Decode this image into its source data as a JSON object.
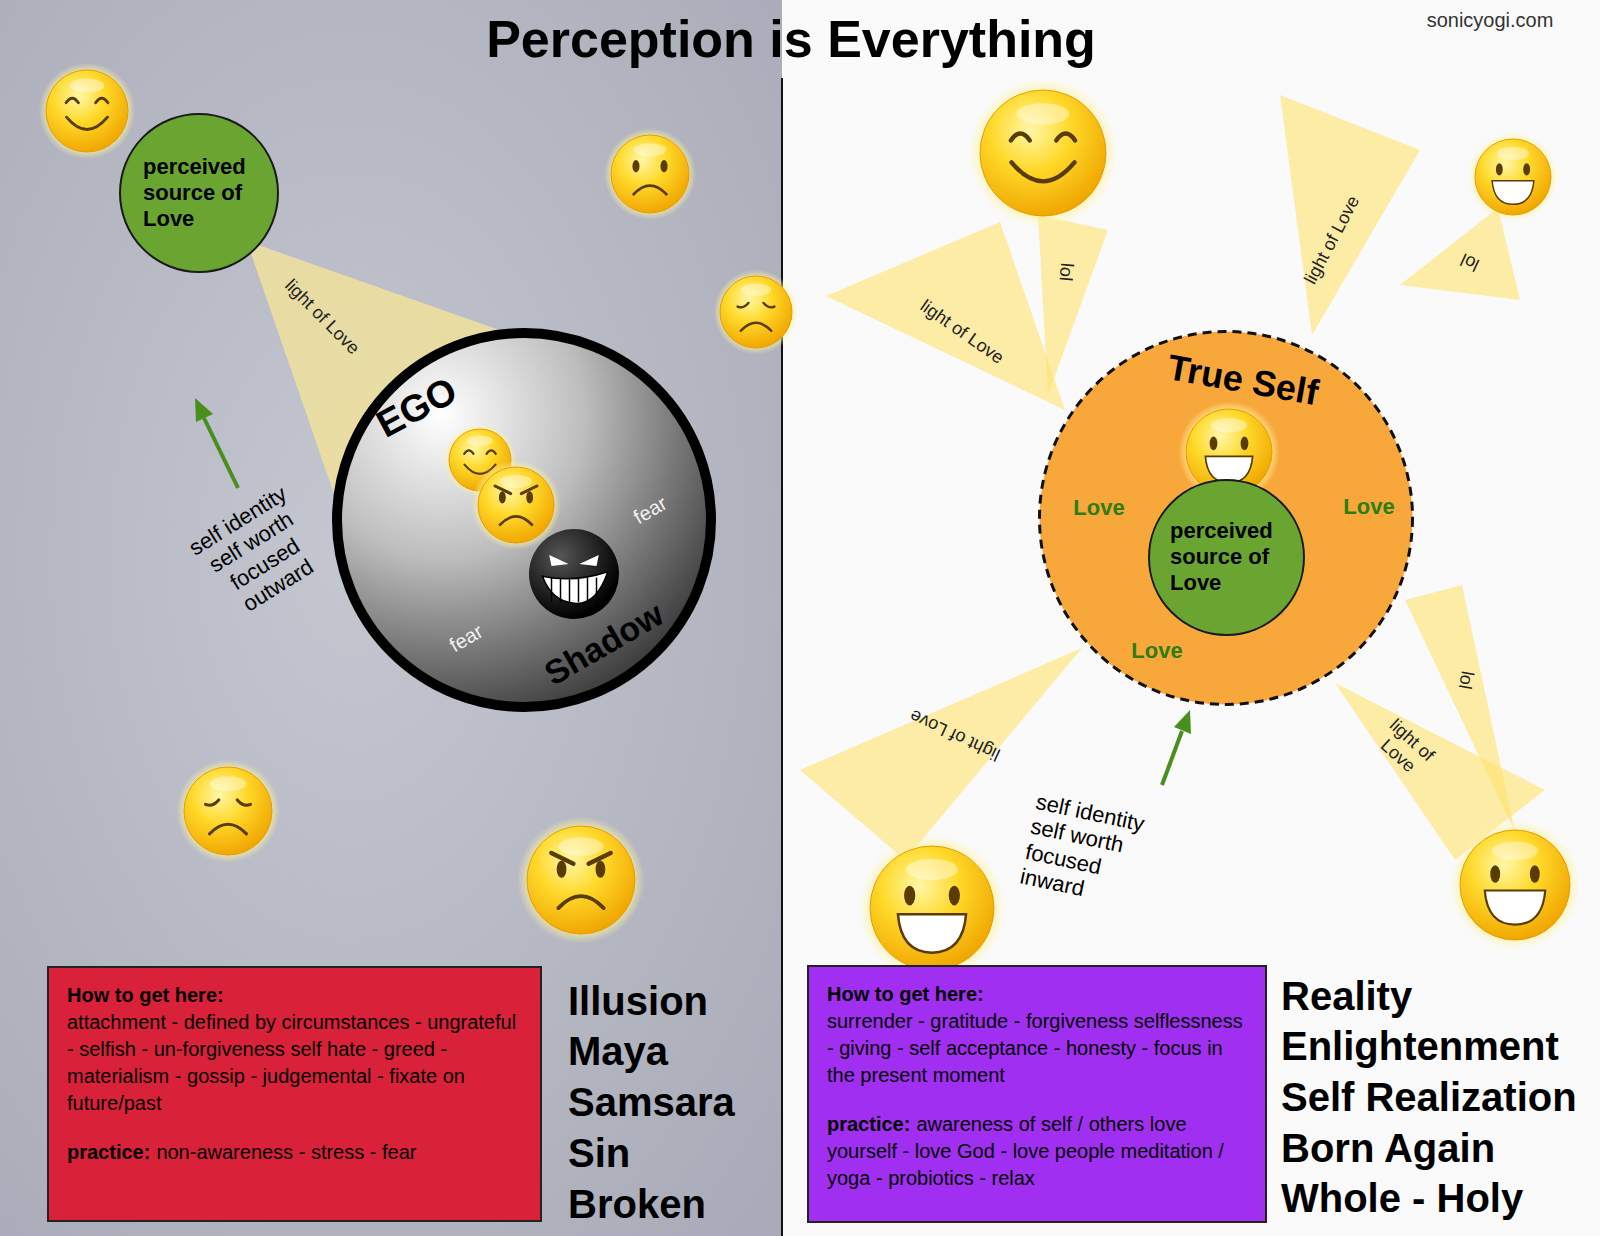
{
  "diagram": {
    "title": "Perception is Everything",
    "nodes": [
      {
        "text": [
          "perceived source of Love"
        ]
      },
      {
        "text": [
          "EGO",
          "fear",
          "fear",
          "Shadow"
        ]
      },
      {
        "text": [
          "How to get here:",
          "attachment - defined by circumstances - ungrateful - selfish - un-forgiveness self hate - greed - materialism - gossip - judgemental - fixate on future/past",
          "practice:",
          "non-awareness - stress - fear"
        ]
      },
      {
        "text": [
          "True Self",
          "Love",
          "Love",
          "Love"
        ]
      },
      {
        "text": [
          "perceived source of Love"
        ],
        "in": 3
      },
      {
        "text": [
          "How to get here:",
          "surrender - gratitude - forgiveness selflessness - giving - self acceptance - honesty - focus in the present moment",
          "practice:",
          "awareness of self / others love yourself - love God - love people meditation / yoga - probiotics - relax"
        ]
      }
    ],
    "edges": [
      {
        "from": 0,
        "to": 1,
        "arrow": "none",
        "label": "light of Love"
      }
    ],
    "labels": [
      "sonicyogi.com",
      "self identity self worth focused outward",
      "Illusion",
      "Maya",
      "Samsara",
      "Sin",
      "Broken",
      "light of Love",
      "lol",
      "light of Love",
      "lol",
      "light of Love",
      "light of Love",
      "lol",
      "self identity self worth focused inward",
      "Reality",
      "Enlightenment",
      "Self Realization",
      "Born Again",
      "Whole - Holy"
    ]
  }
}
